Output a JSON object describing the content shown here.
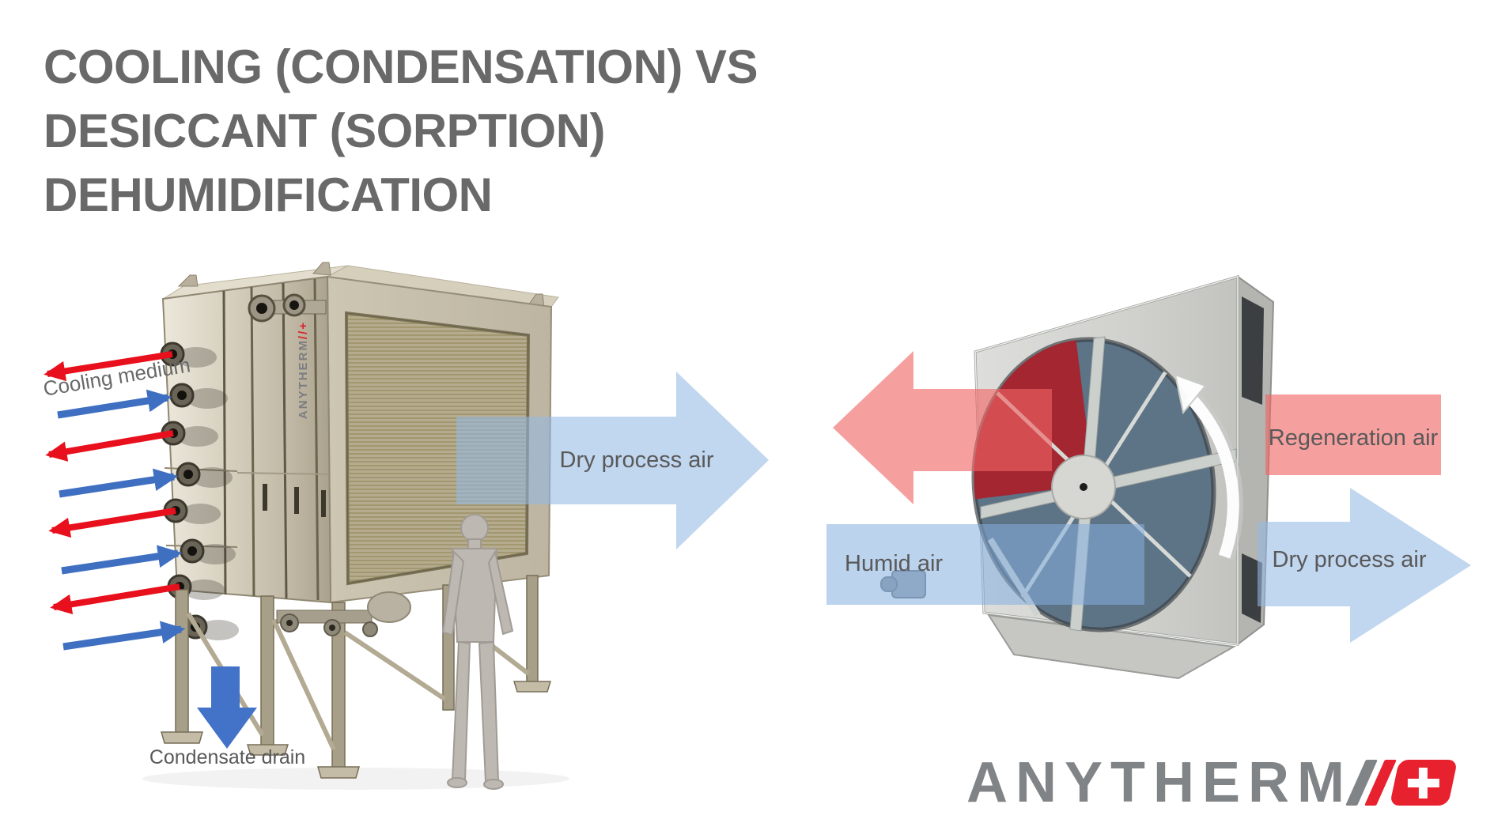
{
  "title": {
    "lines": [
      "COOLING (CONDENSATION) VS",
      "DESICCANT (SORPTION)",
      "DEHUMIDIFICATION"
    ]
  },
  "left_unit": {
    "cooling_medium_label": "Cooling medium",
    "dry_air_label": "Dry process air",
    "condensate_label": "Condensate drain",
    "brand_vertical": {
      "name": "ANYTHERM",
      "suffix": "//+"
    }
  },
  "right_unit": {
    "regeneration_label": "Regeneration air",
    "humid_label": "Humid air",
    "dry_air_label": "Dry process air"
  },
  "logo": {
    "wordmark": "ANYTHERM",
    "plus_symbol": "+"
  },
  "colors": {
    "title_gray": "#696969",
    "label_gray": "#595959",
    "flow_red_overlay": "#f6a2a2",
    "flow_blue_overlay": "#c3d7ee",
    "small_arrow_red": "#e8101c",
    "small_arrow_blue": "#3f6fc1",
    "logo_gray": "#818487",
    "logo_red": "#e8212e",
    "wheel_blue": "#5d7386",
    "wheel_red": "#a32630"
  }
}
